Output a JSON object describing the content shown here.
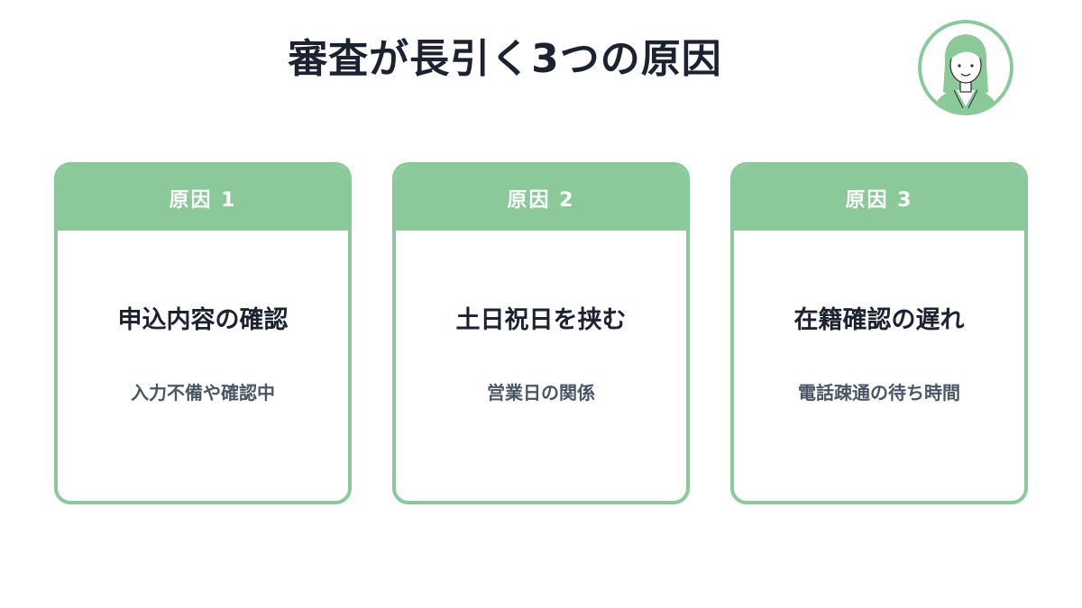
{
  "title": "審査が長引く3つの原因",
  "avatar_icon": "woman-avatar-icon",
  "colors": {
    "accent": "#8bc99a",
    "text_dark": "#1c2230",
    "text_muted": "#4a5566"
  },
  "cards": [
    {
      "label": "原因 1",
      "heading": "申込内容の確認",
      "description": "入力不備や確認中"
    },
    {
      "label": "原因 2",
      "heading": "土日祝日を挟む",
      "description": "営業日の関係"
    },
    {
      "label": "原因 3",
      "heading": "在籍確認の遅れ",
      "description": "電話疎通の待ち時間"
    }
  ]
}
